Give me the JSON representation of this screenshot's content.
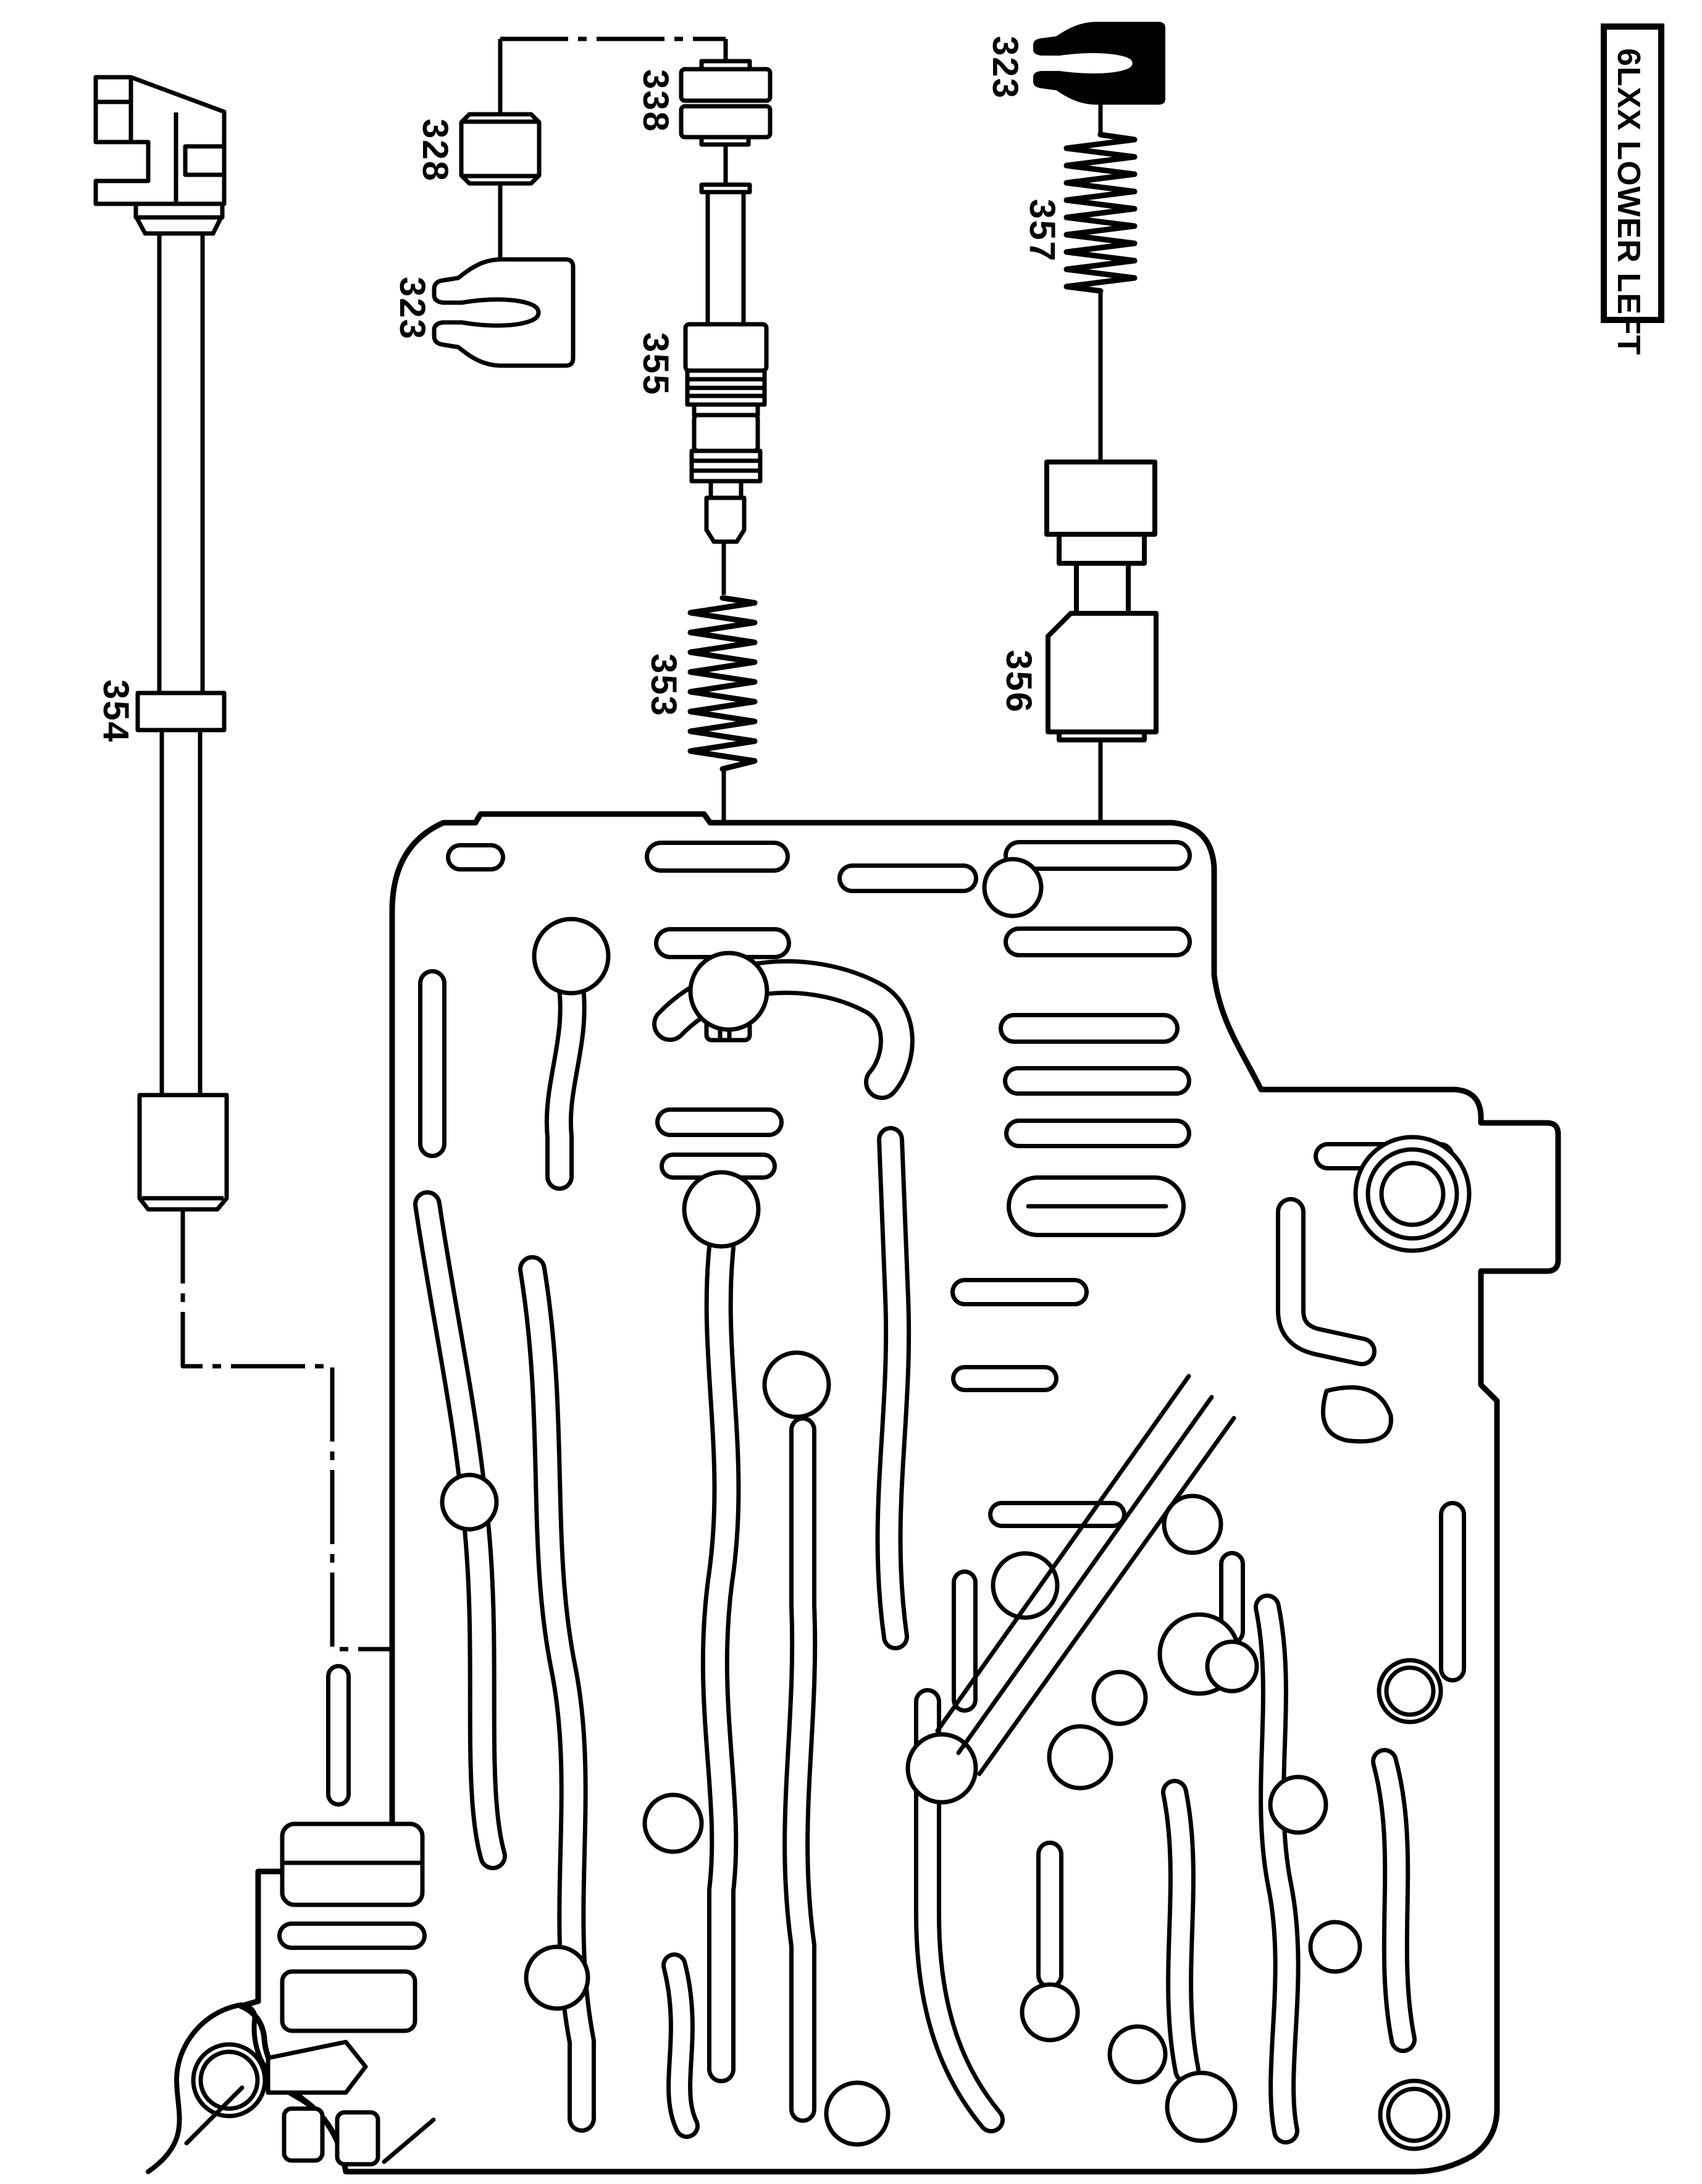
{
  "colors": {
    "background": "#ffffff",
    "line": "#000000"
  },
  "title_box": {
    "text": "6LXX LOWER LEFT"
  },
  "parts": [
    {
      "num": "354",
      "kind": "solenoid-assembly"
    },
    {
      "num": "328",
      "kind": "retainer-plug"
    },
    {
      "num": "323",
      "kind": "retaining-clip"
    },
    {
      "num": "338",
      "kind": "valve"
    },
    {
      "num": "355",
      "kind": "spool-valve"
    },
    {
      "num": "353",
      "kind": "coil-spring"
    },
    {
      "num": "357",
      "kind": "coil-spring"
    },
    {
      "num": "356",
      "kind": "valve-plug"
    },
    {
      "num": "323",
      "kind": "retaining-clip"
    }
  ],
  "diagram": {
    "subject": "valve-body-lower-left-exploded-view"
  }
}
